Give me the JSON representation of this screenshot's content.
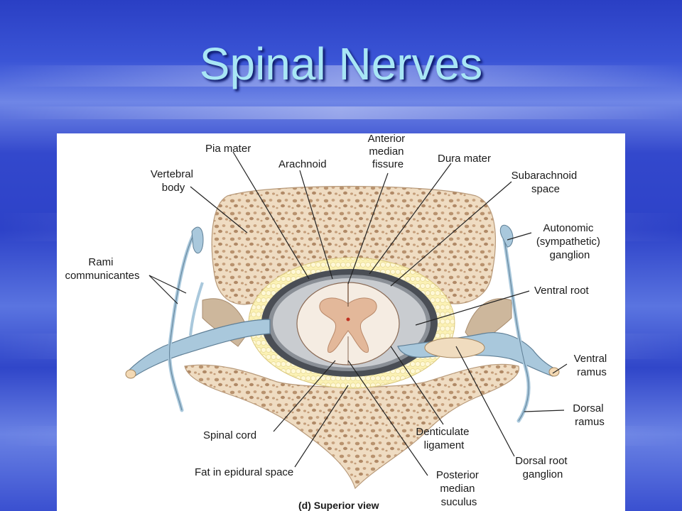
{
  "slide": {
    "title": "Spinal Nerves"
  },
  "diagram": {
    "view_caption": "(d) Superior view",
    "labels": {
      "pia_mater": "Pia mater",
      "arachnoid": "Arachnoid",
      "anterior_median_fissure": [
        "Anterior",
        "median",
        "fissure"
      ],
      "dura_mater": "Dura mater",
      "vertebral_body": [
        "Vertebral",
        "body"
      ],
      "subarachnoid_space": [
        "Subarachnoid",
        "space"
      ],
      "autonomic_ganglion": [
        "Autonomic",
        "(sympathetic)",
        "ganglion"
      ],
      "rami_communicantes": [
        "Rami",
        "communicantes"
      ],
      "ventral_root": "Ventral root",
      "ventral_ramus": [
        "Ventral",
        "ramus"
      ],
      "dorsal_ramus": [
        "Dorsal",
        "ramus"
      ],
      "spinal_cord": "Spinal cord",
      "denticulate_ligament": [
        "Denticulate",
        "ligament"
      ],
      "dorsal_root_ganglion": [
        "Dorsal root",
        "ganglion"
      ],
      "fat_in_epidural_space": "Fat in epidural space",
      "posterior_median_sulcus": [
        "Posterior",
        "median",
        "suculus"
      ]
    },
    "colors": {
      "bone": "#efdcc2",
      "bone_pores": "#b8926e",
      "nerve": "#a9c8dc",
      "dura": "#4a4e55",
      "fat": "#fbf1b4",
      "gray_matter": "#e3b89a",
      "cord": "#f5ece2"
    }
  }
}
